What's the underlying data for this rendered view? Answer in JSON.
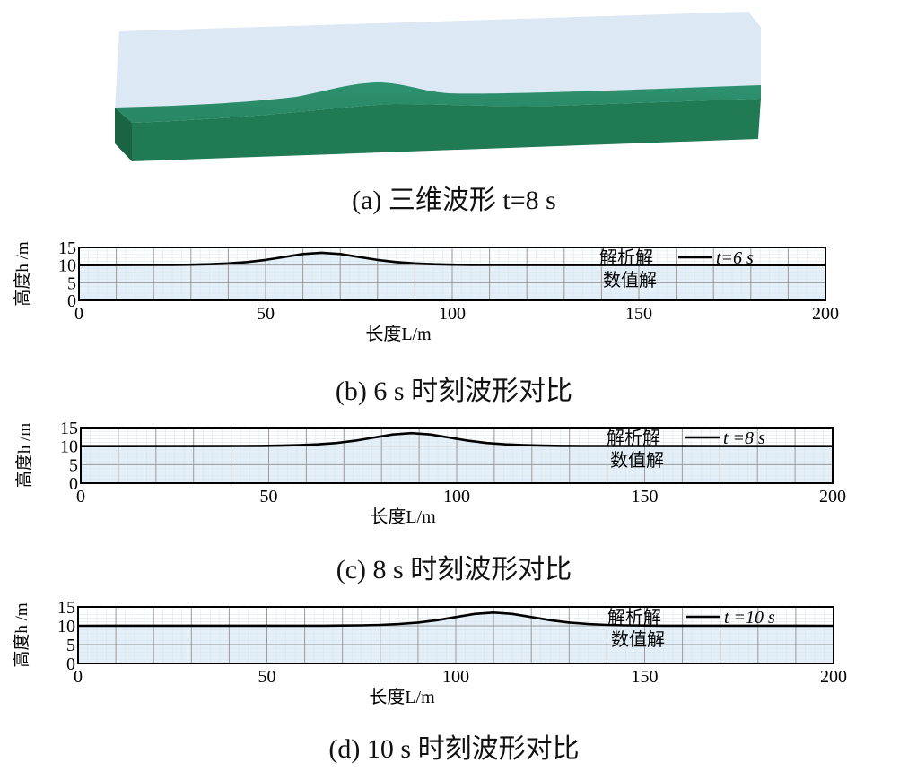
{
  "captions": {
    "a": "(a)  三维波形 t=8 s",
    "b": "(b) 6 s 时刻波形对比",
    "c": "(c) 8 s 时刻波形对比",
    "d": "(d) 10 s 时刻波形对比"
  },
  "colors": {
    "water_top": "#2a8a66",
    "water_front": "#207a54",
    "water_side": "#1a6444",
    "box": "#dce8f3",
    "line": "#000000",
    "numeric_fill": "#e4eff8",
    "grid": "#9a9a9a"
  },
  "chart_data": [
    {
      "type": "line",
      "panel": "b",
      "title": "6 s 时刻波形对比",
      "xlabel": "长度L/m",
      "ylabel": "高度h /m",
      "xlim": [
        0,
        200
      ],
      "ylim": [
        0,
        15
      ],
      "xticks": [
        "0",
        "50",
        "100",
        "150",
        "200"
      ],
      "yticks": [
        "0",
        "5",
        "10",
        "15"
      ],
      "legend": {
        "analytic": "解析解",
        "numeric": "数值解",
        "time": "t=6 s",
        "placement": "top-right"
      },
      "series": [
        {
          "name": "解析解",
          "x": [
            0,
            20,
            25,
            30,
            35,
            40,
            45,
            50,
            55,
            60,
            65,
            70,
            75,
            80,
            85,
            90,
            95,
            100,
            105,
            110,
            200
          ],
          "y": [
            10,
            10.03,
            10.07,
            10.13,
            10.25,
            10.47,
            10.85,
            11.47,
            12.31,
            13.14,
            13.5,
            13.14,
            12.31,
            11.47,
            10.85,
            10.47,
            10.25,
            10.13,
            10.07,
            10.03,
            10
          ]
        }
      ]
    },
    {
      "type": "line",
      "panel": "c",
      "title": "8 s 时刻波形对比",
      "xlabel": "长度L/m",
      "ylabel": "高度h /m",
      "xlim": [
        0,
        200
      ],
      "ylim": [
        0,
        15
      ],
      "xticks": [
        "0",
        "50",
        "100",
        "150",
        "200"
      ],
      "yticks": [
        "0",
        "5",
        "10",
        "15"
      ],
      "legend": {
        "analytic": "解析解",
        "numeric": "数值解",
        "time": "t =8 s",
        "placement": "top-right"
      },
      "series": [
        {
          "name": "解析解",
          "x": [
            0,
            43,
            48,
            53,
            58,
            63,
            68,
            73,
            78,
            83,
            88,
            93,
            98,
            103,
            108,
            113,
            118,
            123,
            128,
            133,
            200
          ],
          "y": [
            10,
            10.03,
            10.07,
            10.13,
            10.25,
            10.47,
            10.85,
            11.47,
            12.31,
            13.14,
            13.5,
            13.14,
            12.31,
            11.47,
            10.85,
            10.47,
            10.25,
            10.13,
            10.07,
            10.03,
            10
          ]
        }
      ]
    },
    {
      "type": "line",
      "panel": "d",
      "title": "10 s 时刻波形对比",
      "xlabel": "长度L/m",
      "ylabel": "高度h /m",
      "xlim": [
        0,
        200
      ],
      "ylim": [
        0,
        15
      ],
      "xticks": [
        "0",
        "50",
        "100",
        "150",
        "200"
      ],
      "yticks": [
        "0",
        "5",
        "10",
        "15"
      ],
      "legend": {
        "analytic": "解析解",
        "numeric": "数值解",
        "time": "t =10 s",
        "placement": "top-right"
      },
      "series": [
        {
          "name": "解析解",
          "x": [
            0,
            65,
            70,
            75,
            80,
            85,
            90,
            95,
            100,
            105,
            110,
            115,
            120,
            125,
            130,
            135,
            140,
            145,
            150,
            155,
            200
          ],
          "y": [
            10,
            10.03,
            10.07,
            10.13,
            10.25,
            10.47,
            10.85,
            11.47,
            12.31,
            13.14,
            13.5,
            13.14,
            12.31,
            11.47,
            10.85,
            10.47,
            10.25,
            10.13,
            10.07,
            10.03,
            10
          ]
        }
      ]
    }
  ]
}
